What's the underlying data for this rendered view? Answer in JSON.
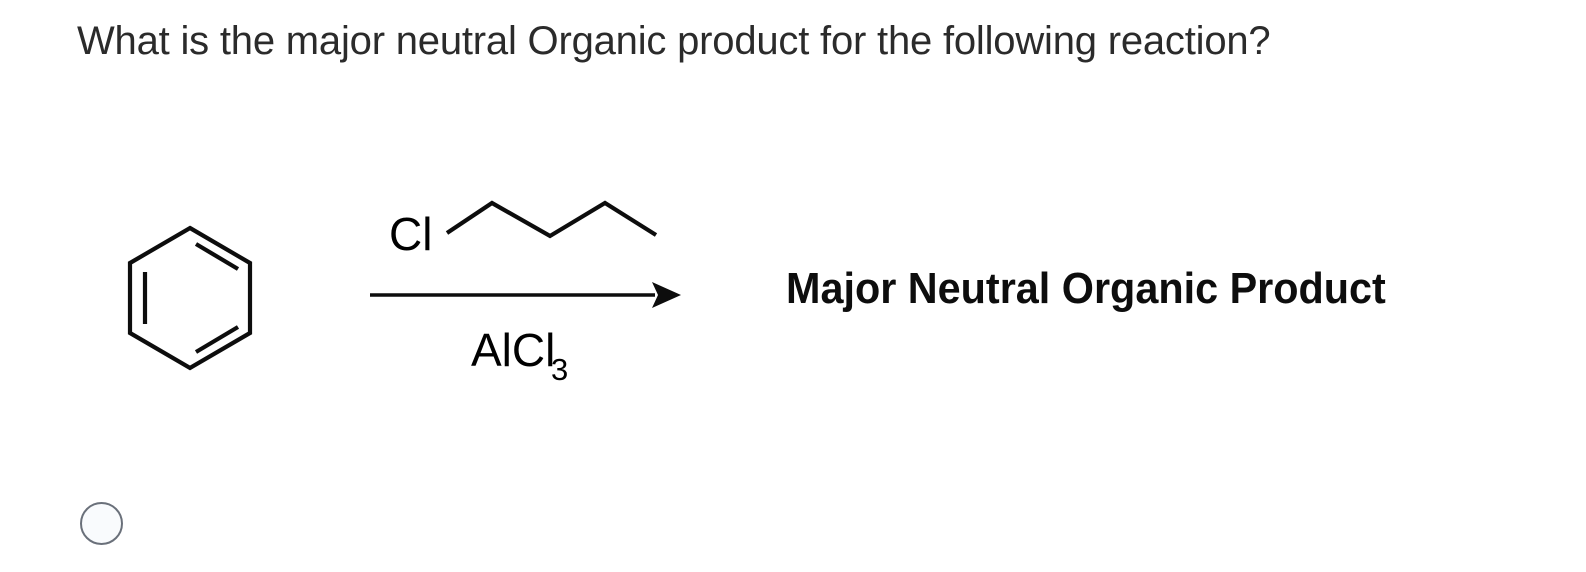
{
  "question": {
    "prompt": "What is the major neutral Organic product for the following reaction?"
  },
  "reaction": {
    "reactant_aromatic": {
      "name": "benzene",
      "icon": "benzene-ring-icon",
      "label": ""
    },
    "reactant_halide": {
      "name": "1-chlorobutane",
      "label": "Cl",
      "chain_vertices": 4
    },
    "arrow": {
      "icon": "reaction-arrow-icon",
      "reagent_base": "AlCl",
      "reagent_subscript": "3",
      "reagent_full": "AlCl3"
    },
    "product_placeholder": "Major Neutral Organic Product"
  },
  "answers": {
    "options": [
      {
        "label": "",
        "selected": false
      }
    ]
  },
  "colors": {
    "background": "#ffffff",
    "text": "#2b2b2b",
    "structure": "#0d0d0d",
    "radio_border": "#6a707a",
    "radio_fill": "#f9fbfd"
  }
}
